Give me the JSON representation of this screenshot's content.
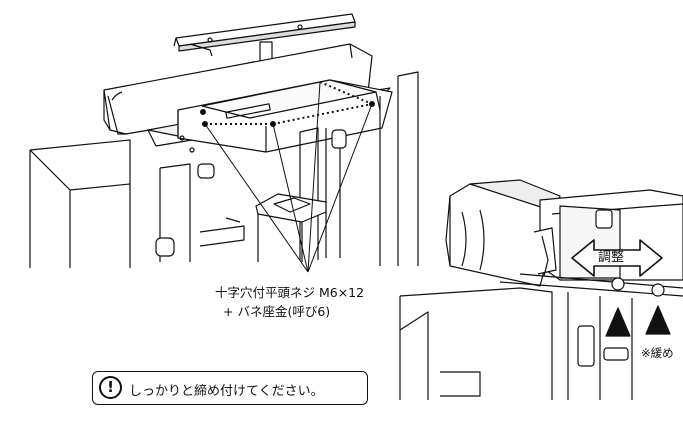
{
  "labels": {
    "screw_line1": "十字穴付平頭ネジ M6×12",
    "screw_line2": "+ バネ座金(呼び6)",
    "caution_icon": "!",
    "caution_text": "しっかりと締め付けてください。",
    "adjust": "調整",
    "loosen_note": "※緩め"
  },
  "icons": {
    "caution": "exclamation-circle-icon",
    "adjust_arrow": "double-arrow-icon",
    "loosen_markers": "triangle-up-icon",
    "down_arrow": "arrow-down-icon"
  },
  "colors": {
    "line": "#111111",
    "background": "#ffffff"
  }
}
